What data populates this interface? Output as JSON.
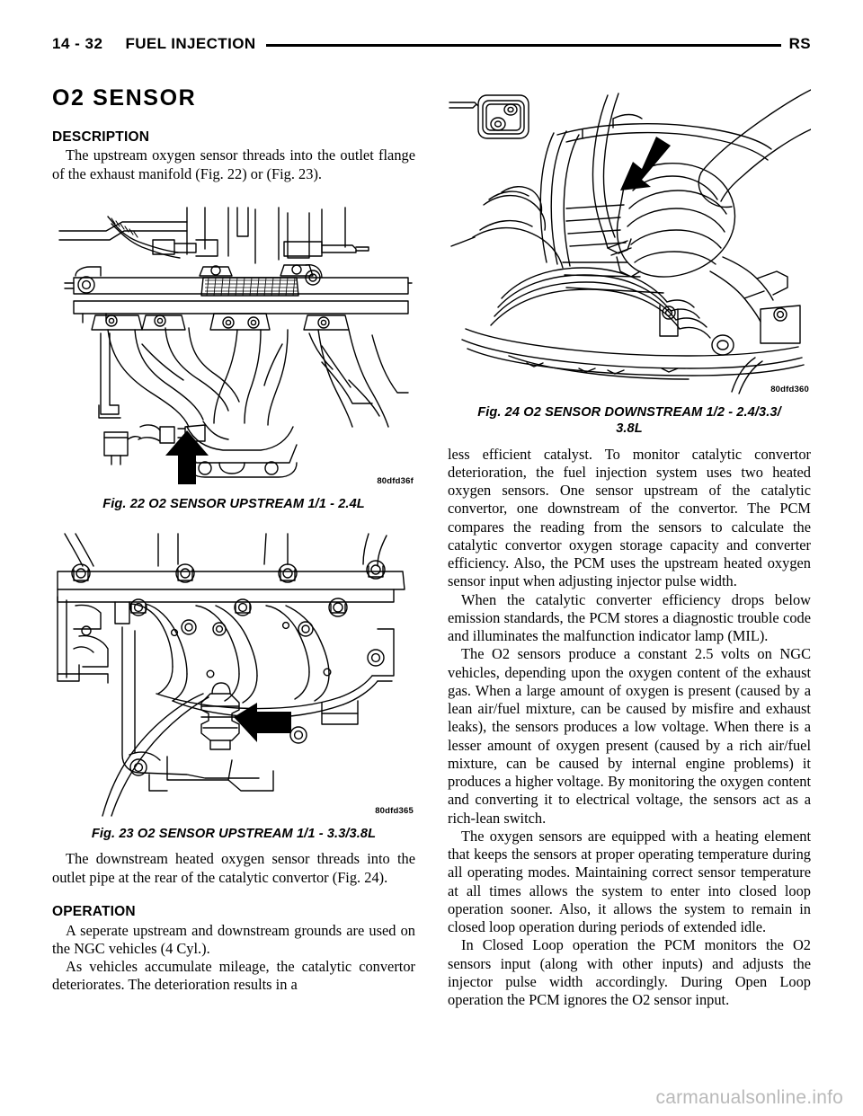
{
  "header": {
    "folio": "14 - 32",
    "section": "FUEL INJECTION",
    "book": "RS"
  },
  "title": "O2 SENSOR",
  "headings": {
    "description": "DESCRIPTION",
    "operation": "OPERATION"
  },
  "left_column": {
    "intro_paragraph": "The upstream oxygen sensor threads into the outlet flange of the exhaust manifold (Fig. 22) or (Fig. 23).",
    "downstream_paragraph": "The downstream heated oxygen sensor threads into the outlet pipe at the rear of the catalytic convertor (Fig. 24).",
    "operation_paragraph_1": "A seperate upstream and downstream grounds are used on the NGC vehicles (4 Cyl.).",
    "operation_paragraph_2": "As vehicles accumulate mileage, the catalytic convertor deteriorates. The deterioration results in a"
  },
  "right_column": {
    "paragraph_1": "less efficient catalyst. To monitor catalytic convertor deterioration, the fuel injection system uses two heated oxygen sensors. One sensor upstream of the catalytic convertor, one downstream of the convertor. The PCM compares the reading from the sensors to calculate the catalytic convertor oxygen storage capacity and converter efficiency. Also, the PCM uses the upstream heated oxygen sensor input when adjusting injector pulse width.",
    "paragraph_2": "When the catalytic converter efficiency drops below emission standards, the PCM stores a diagnostic trouble code and illuminates the malfunction indicator lamp (MIL).",
    "paragraph_3": "The O2 sensors produce a constant 2.5 volts on NGC vehicles, depending upon the oxygen content of the exhaust gas. When a large amount of oxygen is present (caused by a lean air/fuel mixture, can be caused by misfire and exhaust leaks), the sensors produces a low voltage. When there is a lesser amount of oxygen present (caused by a rich air/fuel mixture, can be caused by internal engine problems) it produces a higher voltage. By monitoring the oxygen content and converting it to electrical voltage, the sensors act as a rich-lean switch.",
    "paragraph_4": "The oxygen sensors are equipped with a heating element that keeps the sensors at proper operating temperature during all operating modes. Maintaining correct sensor temperature at all times allows the system to enter into closed loop operation sooner. Also, it allows the system to remain in closed loop operation during periods of extended idle.",
    "paragraph_5": "In Closed Loop operation the PCM monitors the O2 sensors input (along with other inputs) and adjusts the injector pulse width accordingly. During Open Loop operation the PCM ignores the O2 sensor input."
  },
  "figures": [
    {
      "id": "fig-22",
      "caption": "Fig. 22 O2 SENSOR UPSTREAM 1/1 - 2.4L",
      "code": "80dfd36f",
      "subject": "exhaust manifold with upstream oxygen sensor, black arrow pointing up at sensor"
    },
    {
      "id": "fig-23",
      "caption": "Fig. 23 O2 SENSOR UPSTREAM 1/1 - 3.3/3.8L",
      "code": "80dfd365",
      "subject": "V6 exhaust manifold with upstream oxygen sensor, black arrow pointing left at sensor"
    },
    {
      "id": "fig-24",
      "caption_line_1": "Fig. 24 O2 SENSOR DOWNSTREAM 1/2 - 2.4/3.3/",
      "caption_line_2": "3.8L",
      "code": "80dfd360",
      "subject": "underbody view of catalytic convertor with downstream oxygen sensor, black arrow pointing down-left at sensor"
    }
  ],
  "watermark": "carmanualsonline.info"
}
